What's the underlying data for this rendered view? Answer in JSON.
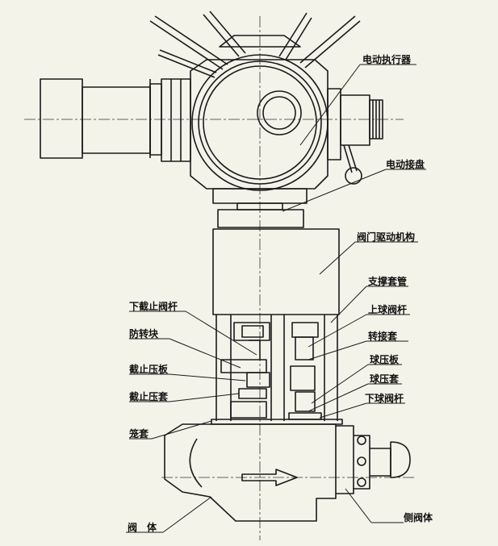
{
  "labels": {
    "actuator": "电动执行器",
    "coupling_plate": "电动接盘",
    "valve_drive": "阀门驱动机构",
    "support_sleeve": "支撑套管",
    "upper_ball_stem": "上球阀杆",
    "lower_stop_stem": "下截止阀杆",
    "anti_rotation_block": "防转块",
    "connect_sleeve": "转接套",
    "ball_press_plate": "球压板",
    "stop_press_plate": "截止压板",
    "ball_press_sleeve": "球压套",
    "stop_press_sleeve": "截止压套",
    "lower_ball_stem": "下球阀杆",
    "cage": "笼套",
    "valve_body": "阀　体",
    "side_valve_body": "侧阀体"
  },
  "colors": {
    "background": "#f4f3ea",
    "line": "#1a1a1a",
    "centerline": "#333333"
  }
}
